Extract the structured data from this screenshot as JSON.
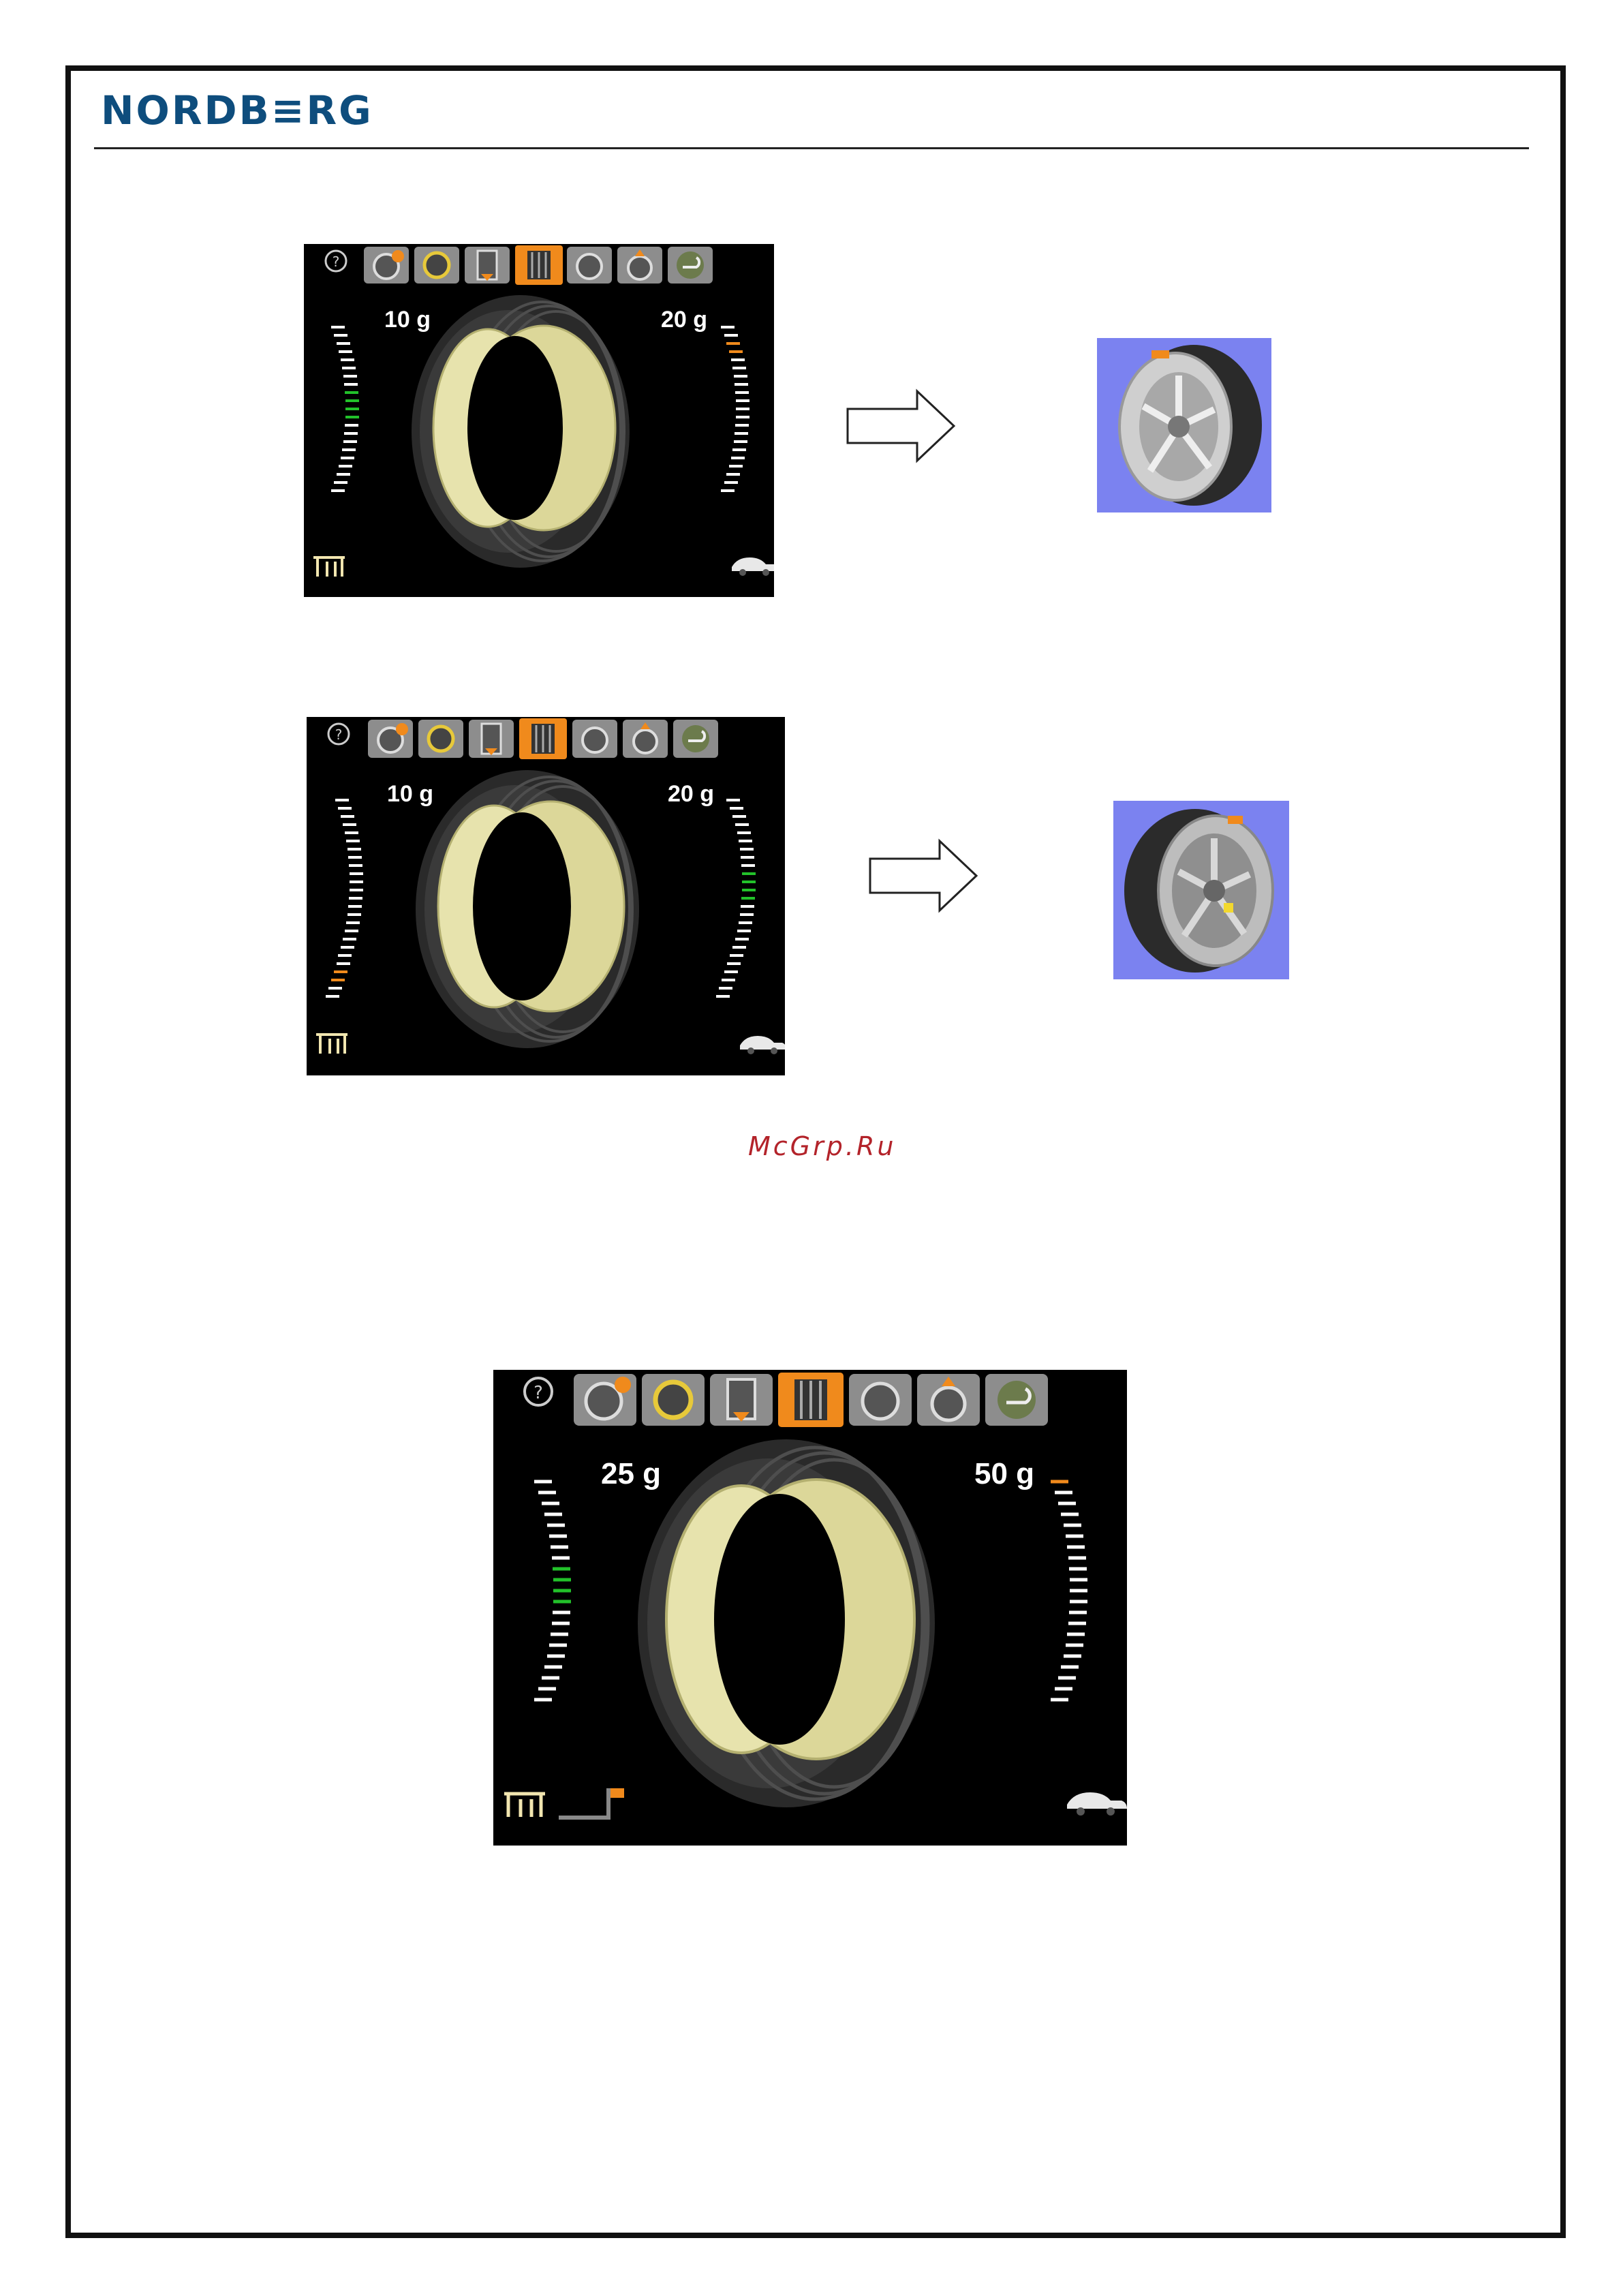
{
  "brand": {
    "name": "NORDB≡RG",
    "color": "#0e4d7d"
  },
  "watermark": "McGrp.Ru",
  "screens": [
    {
      "id": "screen-1",
      "left_weight": "10 g",
      "right_weight": "20 g",
      "left_lit": "green",
      "right_lit": "orange-top"
    },
    {
      "id": "screen-2",
      "left_weight": "10 g",
      "right_weight": "20 g",
      "left_lit": "orange-bottom",
      "right_lit": "green"
    },
    {
      "id": "screen-3",
      "left_weight": "25 g",
      "right_weight": "50 g",
      "left_lit": "green",
      "right_lit": "orange-top"
    }
  ],
  "toolbar_icons": [
    "help-icon",
    "alloy-wheel-icon",
    "rotate-icon",
    "width-measure-icon",
    "tread-icon",
    "gear-wheel-icon",
    "wheel-weights-icon",
    "return-icon"
  ],
  "status_icons": [
    "balancer-icon",
    "car-icon",
    "weight-applicator-icon"
  ],
  "colors": {
    "accent": "#f08a1c",
    "green": "#22c12a",
    "rim": "#e7e3ad",
    "thumb_bg": "#7b82f0"
  }
}
